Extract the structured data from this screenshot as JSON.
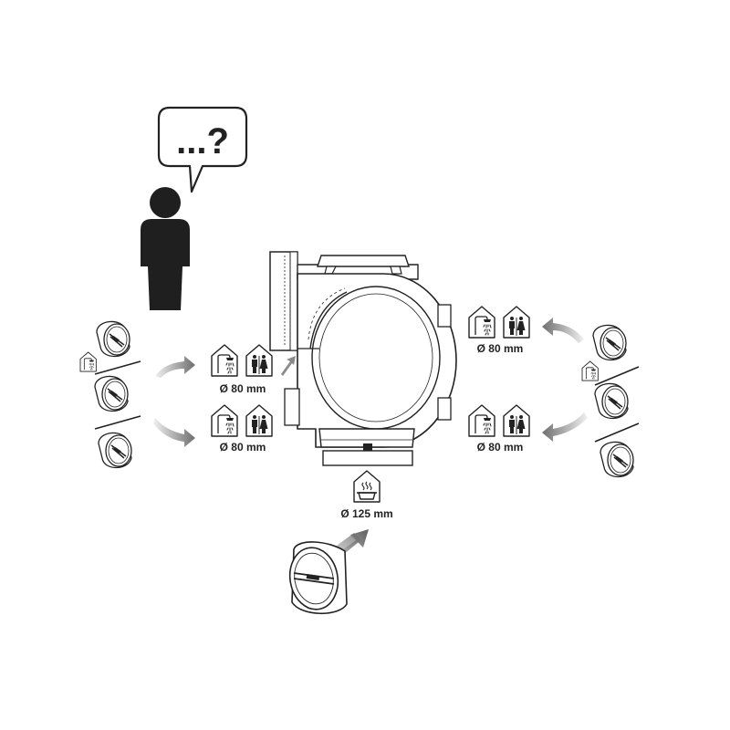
{
  "speech_bubble": {
    "text": "...?"
  },
  "ports": {
    "left_upper": {
      "diameter_label": "Ø 80 mm",
      "icons": [
        "shower-icon",
        "toilet-icon"
      ]
    },
    "left_lower": {
      "diameter_label": "Ø 80 mm",
      "icons": [
        "shower-icon",
        "toilet-icon"
      ]
    },
    "right_upper": {
      "diameter_label": "Ø 80 mm",
      "icons": [
        "shower-icon",
        "toilet-icon"
      ]
    },
    "right_lower": {
      "diameter_label": "Ø 80 mm",
      "icons": [
        "shower-icon",
        "toilet-icon"
      ]
    },
    "bottom": {
      "diameter_label": "Ø 125 mm",
      "icons": [
        "kitchen-pot-icon"
      ]
    }
  },
  "colors": {
    "line": "#222222",
    "person": "#1f1f1f",
    "arrow_light": "#e6e6e6",
    "arrow_dark": "#6e6e6e",
    "background": "#ffffff"
  }
}
